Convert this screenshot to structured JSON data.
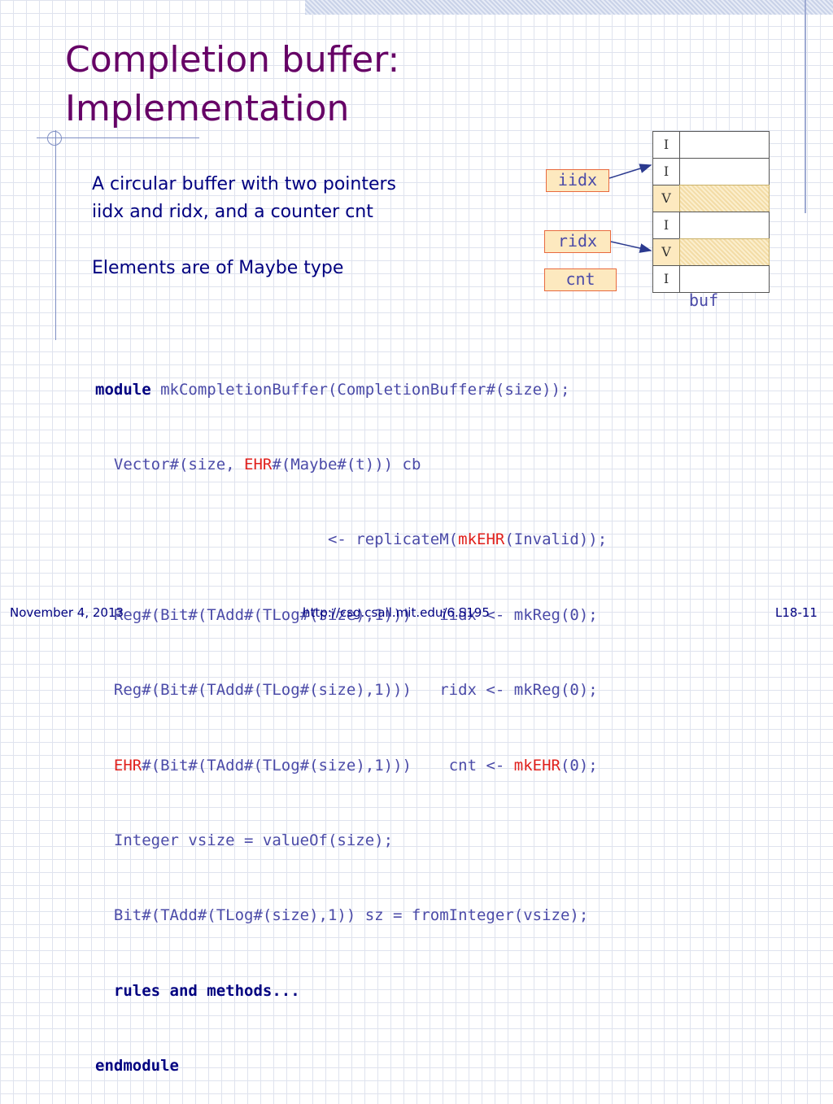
{
  "slide": {
    "title_line1": "Completion buffer:",
    "title_line2": "Implementation",
    "bullet1_line1": "A circular buffer with two pointers",
    "bullet1_line2": "iidx and ridx, and a counter cnt",
    "bullet2": "Elements are of Maybe type"
  },
  "diagram": {
    "pointers": {
      "iidx": "iidx",
      "ridx": "ridx",
      "cnt": "cnt"
    },
    "buffer_tags": [
      "I",
      "I",
      "V",
      "I",
      "V",
      "I"
    ],
    "buffer_label": "buf"
  },
  "code": {
    "l1_kw": "module",
    "l1_rest": " mkCompletionBuffer(CompletionBuffer#(size));",
    "l2_a": "  Vector#(size, ",
    "l2_red": "EHR",
    "l2_b": "#(Maybe#(t))) cb",
    "l3_a": "                         <- replicateM(",
    "l3_red": "mkEHR",
    "l3_b": "(Invalid));",
    "l4": "  Reg#(Bit#(TAdd#(TLog#(size),1)))   iidx <- mkReg(0);",
    "l5": "  Reg#(Bit#(TAdd#(TLog#(size),1)))   ridx <- mkReg(0);",
    "l6_red1": "EHR",
    "l6_b": "#(Bit#(TAdd#(TLog#(size),1)))    cnt <- ",
    "l6_red2": "mkEHR",
    "l6_c": "(0);",
    "l7": "  Integer vsize = valueOf(size);",
    "l8": "  Bit#(TAdd#(TLog#(size),1)) sz = fromInteger(vsize);",
    "l9_kw": "rules and methods...",
    "l10_kw": "endmodule"
  },
  "footer": {
    "date": "November 4, 2013",
    "url": "http://csg.csail.mit.edu/6.S195",
    "page": "L18-11"
  }
}
